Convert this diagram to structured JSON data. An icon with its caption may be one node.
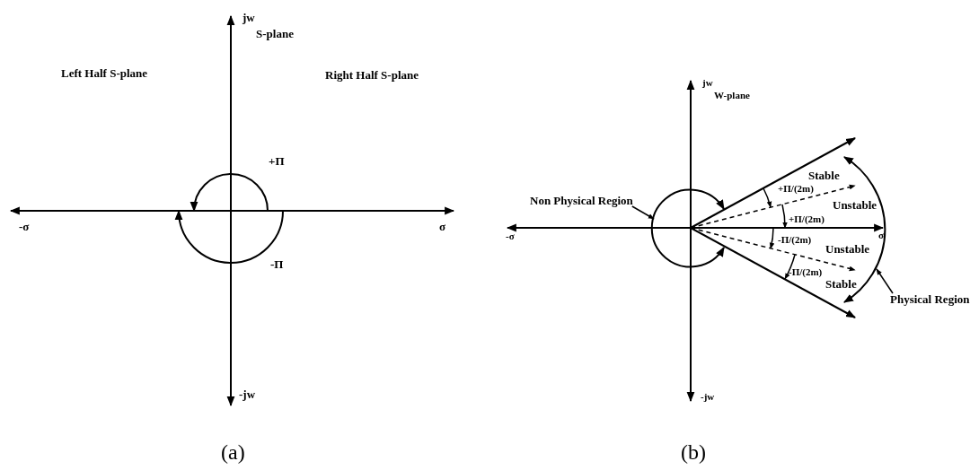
{
  "diagram": {
    "nodes": [
      {
        "text": [
          "Non Physical Region"
        ]
      },
      {
        "text": [
          "Physical Region"
        ]
      }
    ],
    "edges": [
      {
        "from": 0,
        "to": null,
        "arrow": "to"
      },
      {
        "from": 1,
        "to": null,
        "arrow": "to"
      }
    ],
    "labels": [
      "jw",
      "S-plane",
      "Left Half S-plane",
      "Right Half S-plane",
      "+Π",
      "-σ",
      "σ",
      "-Π",
      "-jw",
      "(a)",
      "jw",
      "W-plane",
      "Stable",
      "+Π/(2m)",
      "Unstable",
      "+Π/(2m)",
      "-σ",
      "σ",
      "-Π/(2m)",
      "Unstable",
      "-Π/(2m)",
      "Stable",
      "-jw",
      "(b)"
    ]
  }
}
